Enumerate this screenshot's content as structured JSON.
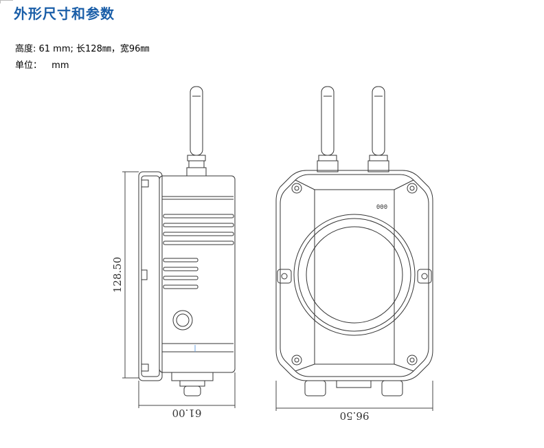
{
  "title": "外形尺寸和参数",
  "spec_line": "高度: 61 mm; 长128㎜，宽96㎜",
  "unit_label": "单位：",
  "unit_value": "mm",
  "dimensions": {
    "side_height": "128.50",
    "side_width": "61.00",
    "front_width": "96.50"
  },
  "front_label": "000"
}
